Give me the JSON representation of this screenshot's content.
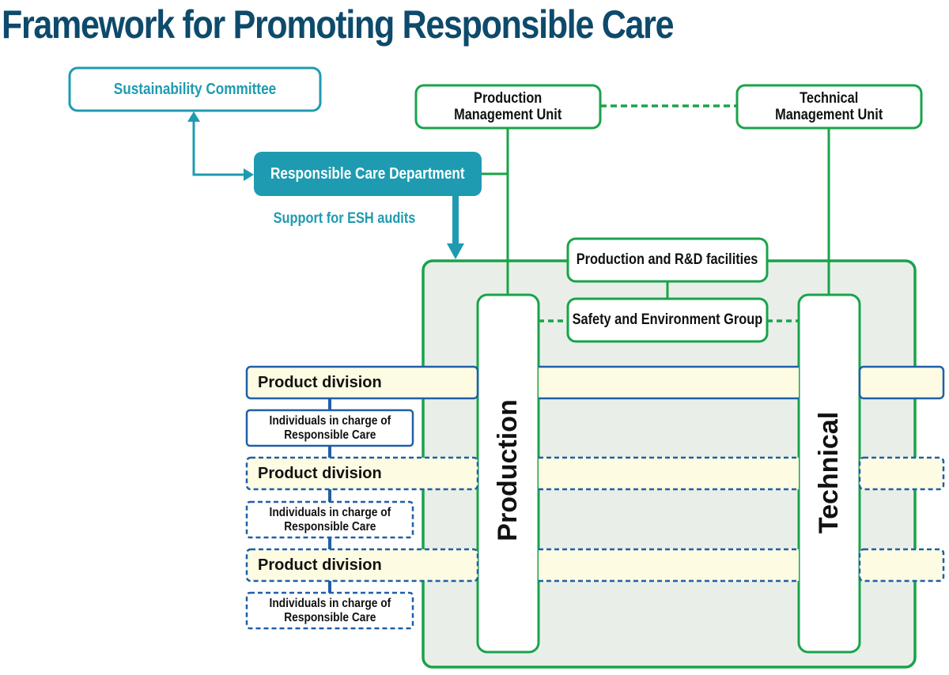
{
  "title": "Framework for Promoting Responsible Care",
  "colors": {
    "title": "#0d4a6b",
    "teal": "#1e9bb0",
    "green": "#1aa34a",
    "blue": "#1f5fa8",
    "facility_bg": "#e9efe8",
    "division_bg": "#fdfbe2"
  },
  "nodes": {
    "sustainability_committee": "Sustainability Committee",
    "responsible_care_department": "Responsible Care Department",
    "support_label": "Support for ESH audits",
    "production_management_unit": "Production\nManagement Unit",
    "technical_management_unit": "Technical\nManagement Unit",
    "production_rd_facilities": "Production and R&D facilities",
    "safety_environment_group": "Safety and Environment Group",
    "production_column": "Production",
    "technical_column": "Technical"
  },
  "divisions": [
    {
      "label": "Product division",
      "individuals": "Individuals in charge of\nResponsible Care",
      "style": "solid"
    },
    {
      "label": "Product division",
      "individuals": "Individuals in charge of\nResponsible Care",
      "style": "dashed"
    },
    {
      "label": "Product division",
      "individuals": "Individuals in charge of\nResponsible Care",
      "style": "dashed"
    }
  ]
}
